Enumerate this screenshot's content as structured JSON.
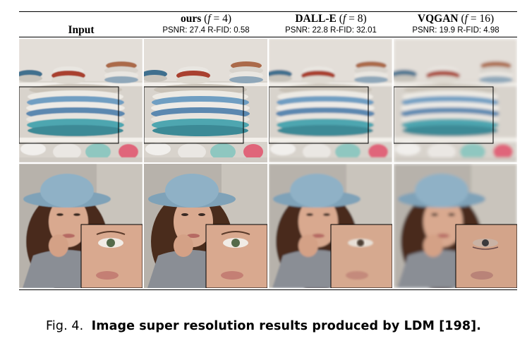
{
  "columns": [
    {
      "name": "Input",
      "metric": ""
    },
    {
      "name_bold": "ours",
      "name_rest_pre": "(",
      "name_var": "f",
      "name_rest_post": " = 4)",
      "metric": "PSNR: 27.4 R-FID: 0.58"
    },
    {
      "name_bold": "DALL-E",
      "name_rest_pre": "(",
      "name_var": "f",
      "name_rest_post": " = 8)",
      "metric": "PSNR: 22.8 R-FID: 32.01"
    },
    {
      "name_bold": "VQGAN",
      "name_rest_pre": "(",
      "name_var": "f",
      "name_rest_post": " = 16)",
      "metric": "PSNR: 19.9 R-FID: 4.98"
    }
  ],
  "rows": [
    "Stacked plates on shelves photo",
    "Woman with hat portrait photo"
  ],
  "caption": {
    "prefix": "Fig. 4.",
    "text": "Image super resolution results produced by LDM [198]."
  },
  "colors": {
    "shelf_bg": "#d9d5cf",
    "plate_blue": "#5f8fb8",
    "plate_teal": "#4ea6b0",
    "hat_blue": "#8fb1c6",
    "hair": "#4a2c1c",
    "skin": "#d9a98f",
    "sweater": "#8a8e95"
  }
}
